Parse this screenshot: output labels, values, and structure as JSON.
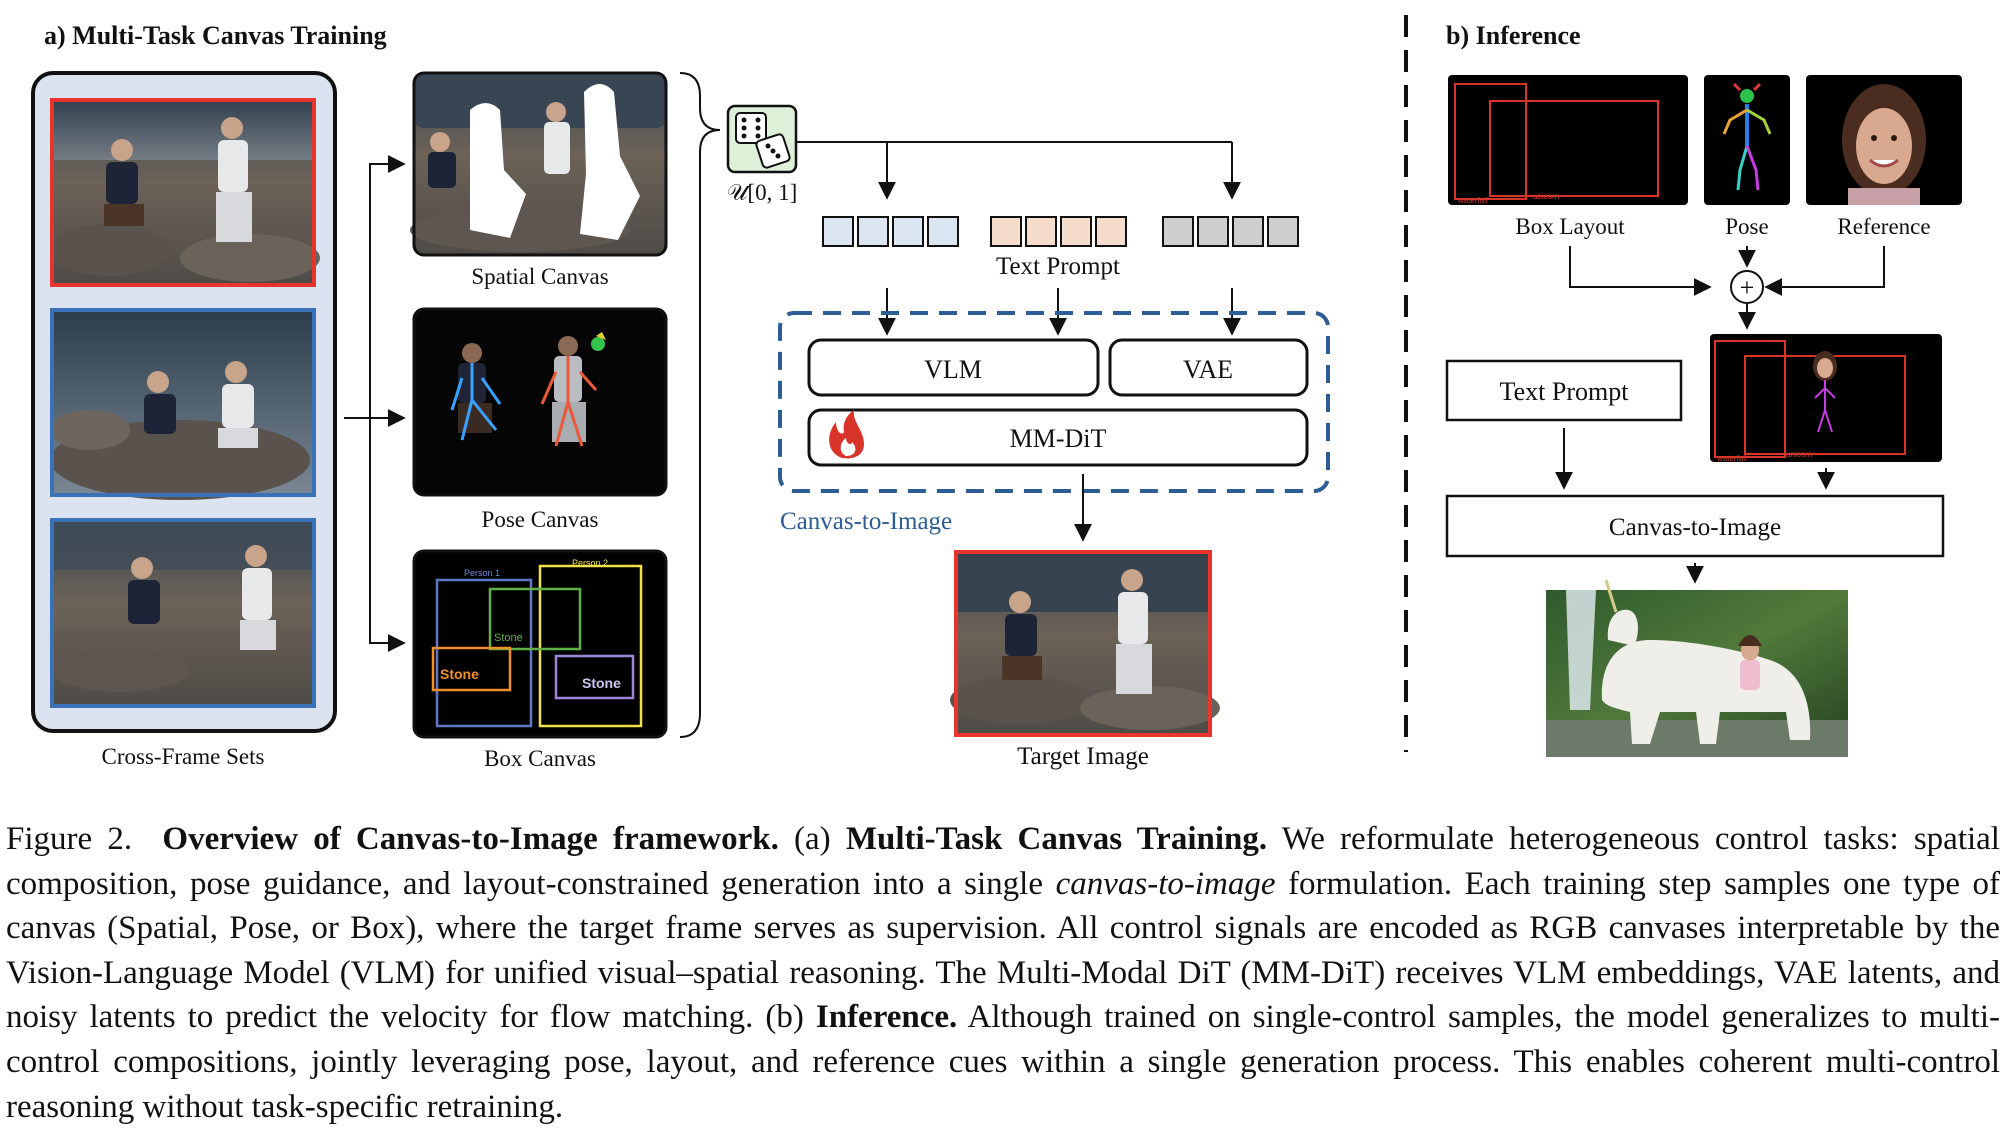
{
  "panel_a": {
    "title": "a) Multi-Task Canvas Training",
    "cross_frame_label": "Cross-Frame Sets",
    "spatial_label": "Spatial Canvas",
    "pose_label": "Pose Canvas",
    "box_label": "Box Canvas",
    "box_canvas_boxes": [
      "Person 1",
      "Person 2",
      "Stone",
      "Stone",
      "Stone"
    ],
    "sampler_label": "𝒰[0, 1]",
    "text_prompt_label": "Text Prompt",
    "vlm_label": "VLM",
    "vae_label": "VAE",
    "mmdit_label": "MM-DiT",
    "canvas_to_image_label": "Canvas-to-Image",
    "target_label": "Target Image"
  },
  "panel_b": {
    "title": "b) Inference",
    "box_layout_label": "Box Layout",
    "pose_label": "Pose",
    "reference_label": "Reference",
    "box_tags": [
      "waterfall",
      "unicorn"
    ],
    "plus_symbol": "+",
    "text_prompt_label": "Text Prompt",
    "canvas_to_image_label": "Canvas-to-Image"
  },
  "caption": {
    "fig_num": "Figure 2.",
    "bold_title": "Overview of Canvas-to-Image framework.",
    "part_a_prefix": "(a)",
    "part_a_bold": "Multi-Task Canvas Training.",
    "text_1": "We reformulate heterogeneous control tasks: spatial composition, pose guidance, and layout-constrained generation into a single",
    "italic_term": "canvas-to-image",
    "text_2": "formulation. Each training step samples one type of canvas (Spatial, Pose, or Box), where the target frame serves as supervision. All control signals are encoded as RGB canvases interpretable by the Vision-Language Model (VLM) for unified visual–spatial reasoning. The Multi-Modal DiT (MM-DiT) receives VLM embeddings, VAE latents, and noisy latents to predict the velocity for flow matching. (b)",
    "part_b_bold": "Inference.",
    "text_3": "Although trained on single-control samples, the model generalizes to multi-control compositions, jointly leveraging pose, layout, and reference cues within a single generation process. This enables coherent multi-control reasoning without task-specific retraining."
  },
  "colors": {
    "red_frame": "#e8342b",
    "blue_frame": "#3a72b8",
    "dashed_blue": "#2c5d94",
    "token_blue": "#dce6f2",
    "token_peach": "#f6dccb",
    "token_gray": "#cfcfcf",
    "dice_green": "#dff0d8",
    "panel_bg": "#dbe3f1"
  }
}
